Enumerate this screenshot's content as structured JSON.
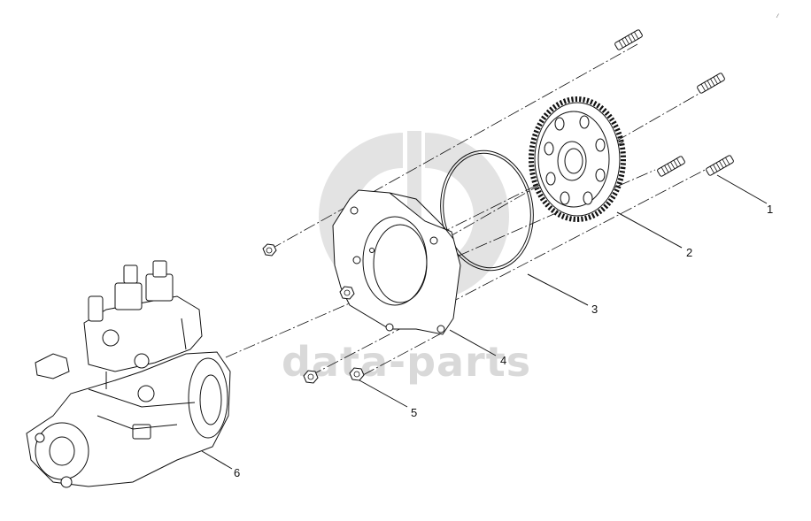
{
  "watermark": {
    "text": "data-parts"
  },
  "corner_mark": "⁄",
  "callouts": [
    {
      "id": "1",
      "label": "1"
    },
    {
      "id": "2",
      "label": "2"
    },
    {
      "id": "3",
      "label": "3"
    },
    {
      "id": "4",
      "label": "4"
    },
    {
      "id": "5",
      "label": "5"
    },
    {
      "id": "6",
      "label": "6"
    }
  ],
  "colors": {
    "line": "#111111",
    "watermark": "#d9d9d9",
    "background": "#ffffff"
  }
}
